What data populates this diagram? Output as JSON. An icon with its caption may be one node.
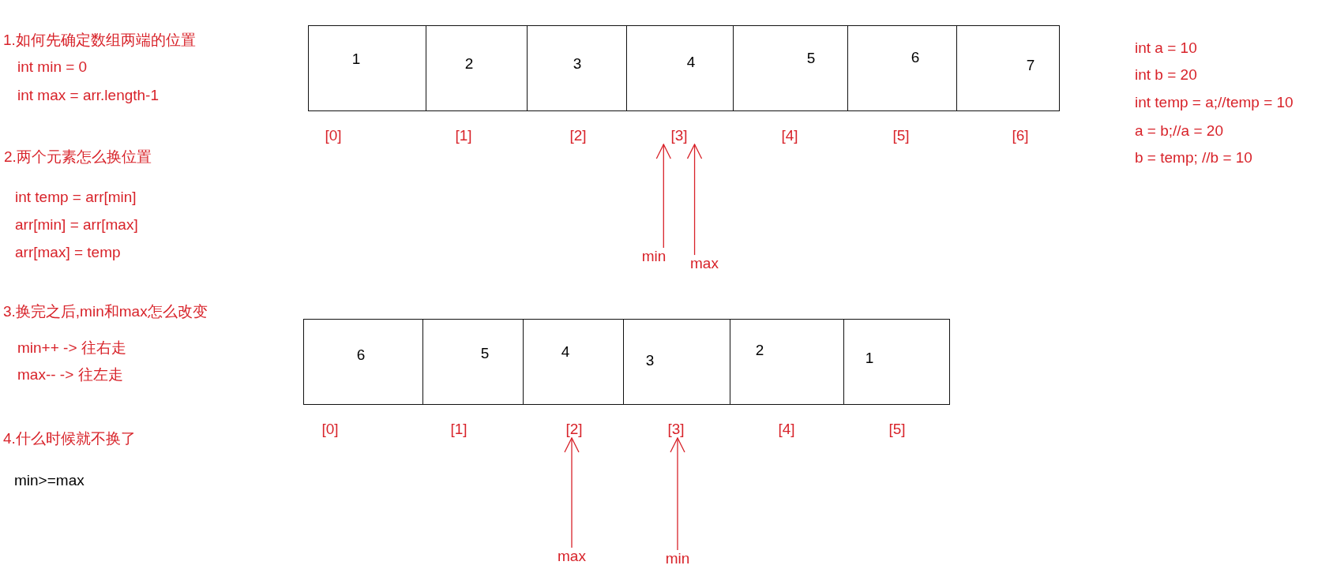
{
  "diagram": {
    "nodes": [
      {
        "text": [
          "1"
        ]
      },
      {
        "text": [
          "2"
        ]
      },
      {
        "text": [
          "3"
        ]
      },
      {
        "text": [
          "4"
        ]
      },
      {
        "text": [
          "5"
        ]
      },
      {
        "text": [
          "6"
        ]
      },
      {
        "text": [
          "7"
        ]
      },
      {
        "text": [
          "[3]"
        ]
      },
      {
        "text": [
          "min"
        ]
      },
      {
        "text": [
          "max"
        ]
      },
      {
        "text": [
          "6"
        ]
      },
      {
        "text": [
          "5"
        ]
      },
      {
        "text": [
          "4"
        ]
      },
      {
        "text": [
          "3"
        ]
      },
      {
        "text": [
          "2"
        ]
      },
      {
        "text": [
          "1"
        ]
      },
      {
        "text": [
          "[2]"
        ]
      },
      {
        "text": [
          "[3]"
        ]
      },
      {
        "text": [
          "max"
        ]
      },
      {
        "text": [
          "min"
        ]
      }
    ],
    "edges": [
      {
        "from": 8,
        "to": 7,
        "arrow": "to"
      },
      {
        "from": 9,
        "to": 7,
        "arrow": "to"
      },
      {
        "from": 18,
        "to": 16,
        "arrow": "to"
      },
      {
        "from": 19,
        "to": 17,
        "arrow": "to"
      }
    ],
    "labels": [
      "1.如何先确定数组两端的位置",
      "int min = 0",
      "int max = arr.length-1",
      "2.两个元素怎么换位置",
      "int temp = arr[min]",
      "arr[min] = arr[max]",
      "arr[max] = temp",
      "3.换完之后,min和max怎么改变",
      "min++ -> 往右走",
      "max-- -> 往左走",
      "4.什么时候就不换了",
      "min>=max",
      "[0]",
      "[1]",
      "[2]",
      "[4]",
      "[5]",
      "[6]",
      "int a = 10",
      "int b = 20",
      "int temp = a;//temp = 10",
      "a = b;//a = 20",
      "b = temp; //b = 10",
      "[0]",
      "[1]",
      "[4]",
      "[5]"
    ]
  }
}
